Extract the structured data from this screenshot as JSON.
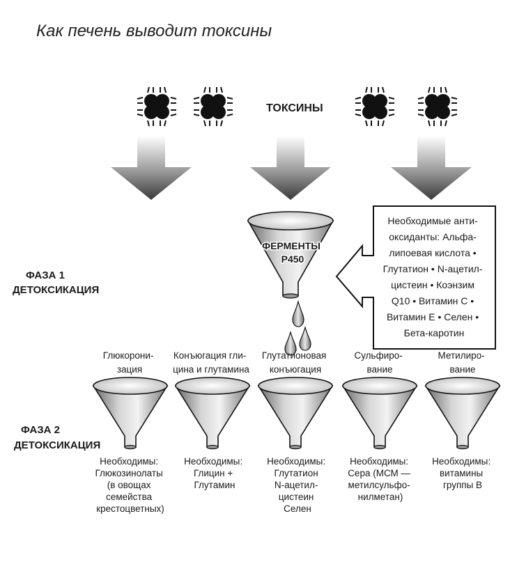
{
  "title": "Как печень выводит токсины",
  "toxins_label": "ТОКСИНЫ",
  "phase1": {
    "line1": "ФАЗА 1",
    "line2": "ДЕТОКСИКАЦИЯ"
  },
  "phase2": {
    "line1": "ФАЗА 2",
    "line2": "ДЕТОКСИКАЦИЯ"
  },
  "enzymes": {
    "line1": "ФЕРМЕНТЫ",
    "line2": "Р450"
  },
  "antioxidants": {
    "lines": [
      "Необходимые анти-",
      "оксиданты: Альфа-",
      "липоевая кислота •",
      "Глутатион • N-ацетил-",
      "цистеин • Коэнзим",
      "Q10 • Витамин С •",
      "Витамин Е • Селен •",
      "Бета-каротин"
    ]
  },
  "pathways": [
    {
      "name_lines": [
        "Глюкорони-",
        "зация"
      ],
      "needs_lines": [
        "Необходимы:",
        "Глюкозинолаты",
        "(в овощах",
        "семейства",
        "крестоцветных)"
      ]
    },
    {
      "name_lines": [
        "Конъюгация гли-",
        "цина и глутамина"
      ],
      "needs_lines": [
        "Необходимы:",
        "Глицин +",
        "Глутамин"
      ]
    },
    {
      "name_lines": [
        "Глутатионовая",
        "конъюгация"
      ],
      "needs_lines": [
        "Необходимы:",
        "Глутатион",
        "N-ацетил-",
        "цистеин",
        "Селен"
      ]
    },
    {
      "name_lines": [
        "Сульфиро-",
        "вание"
      ],
      "needs_lines": [
        "Необходимы:",
        "Сера (МСМ —",
        "метилсульфо-",
        "нилметан)"
      ]
    },
    {
      "name_lines": [
        "Метилиро-",
        "вание"
      ],
      "needs_lines": [
        "Необходимы:",
        "витамины",
        "группы В"
      ]
    }
  ]
}
